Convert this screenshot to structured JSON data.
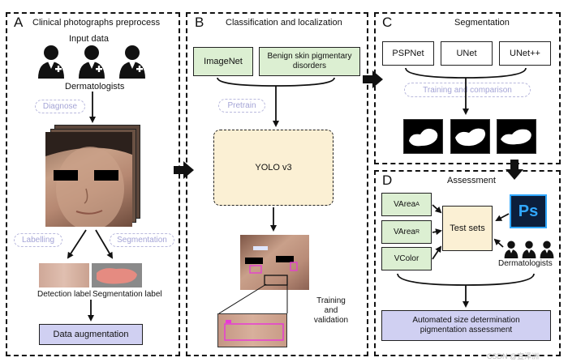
{
  "panel_a": {
    "letter": "A",
    "title": "Clinical photographs preprocess",
    "input_data": "Input data",
    "dermatologists": "Dermatologists",
    "diagnose": "Diagnose",
    "labelling": "Labelling",
    "segmentation": "Segmentation",
    "detection_label": "Detection label",
    "segmentation_label": "Segmentation label",
    "data_augmentation": "Data augmentation"
  },
  "panel_b": {
    "letter": "B",
    "title": "Classification and localization",
    "imagenet": "ImageNet",
    "benign": "Benign skin pigmentary disorders",
    "pretrain": "Pretrain",
    "yolo": "YOLO v3",
    "training_validation": "Training and validation"
  },
  "panel_c": {
    "letter": "C",
    "title": "Segmentation",
    "pspnet": "PSPNet",
    "unet": "UNet",
    "unetpp": "UNet++",
    "training_comparison": "Training and comparison"
  },
  "panel_d": {
    "letter": "D",
    "title": "Assessment",
    "varea_a": "VArea",
    "varea_a_sub": "A",
    "varea_r": "VArea",
    "varea_r_sub": "R",
    "vcolor": "VColor",
    "test_sets": "Test sets",
    "ps_logo": "Ps",
    "dermatologists": "Dermatologists",
    "automated": "Automated size determination pigmentation assessment"
  },
  "colors": {
    "green_box": "#dcefd2",
    "lavender_box": "#d0d0f2",
    "yolo_box": "#fbf0d4",
    "dashed_pill": "#a4a4d6",
    "detection_box": "#e83ad6"
  },
  "watermark": "CSDN @宣泽洲"
}
